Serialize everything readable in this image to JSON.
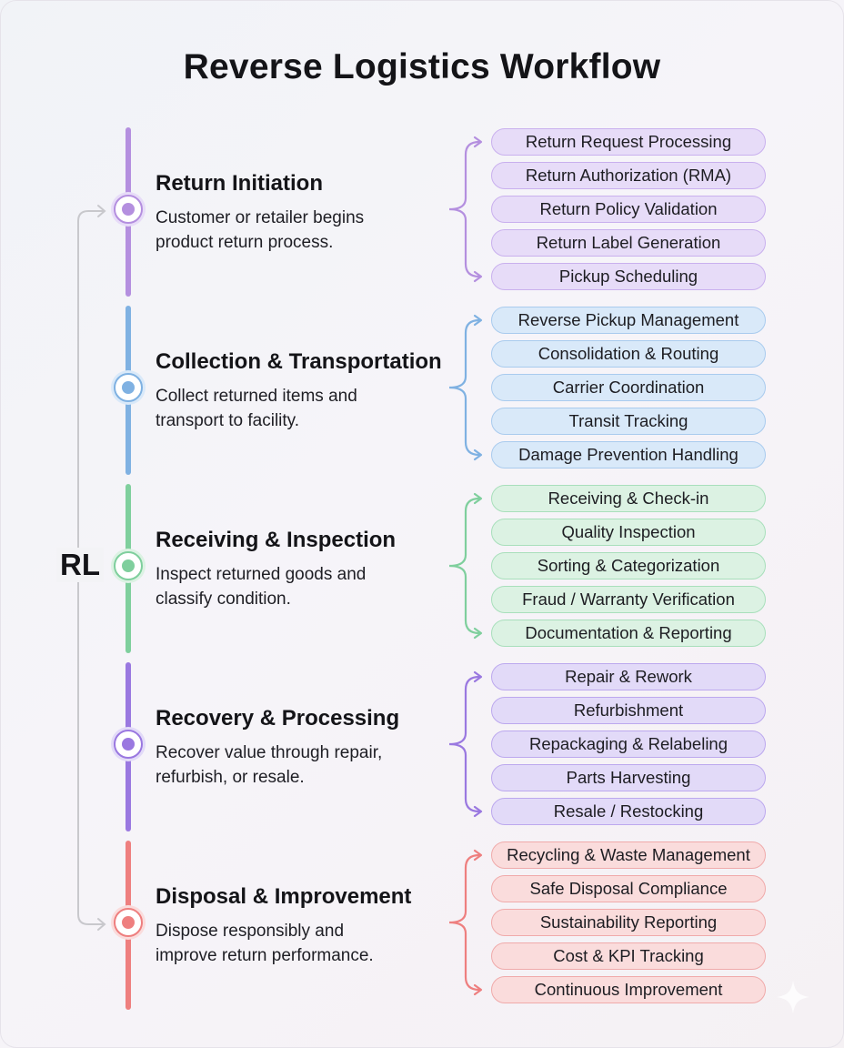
{
  "title": "Reverse Logistics Workflow",
  "side_label": "RL",
  "stages": [
    {
      "title": "Return Initiation",
      "desc_line1": "Customer or retailer begins",
      "desc_line2": "product return process.",
      "color": "#b48fdf",
      "items": [
        "Return Request Processing",
        "Return Authorization (RMA)",
        "Return Policy Validation",
        "Return Label Generation",
        "Pickup Scheduling"
      ]
    },
    {
      "title": "Collection & Transportation",
      "desc_line1": "Collect returned items and",
      "desc_line2": "transport to facility.",
      "color": "#7fb1e2",
      "items": [
        "Reverse Pickup Management",
        "Consolidation & Routing",
        "Carrier Coordination",
        "Transit Tracking",
        "Damage Prevention Handling"
      ]
    },
    {
      "title": "Receiving & Inspection",
      "desc_line1": "Inspect returned goods and",
      "desc_line2": "classify condition.",
      "color": "#7fcf9d",
      "items": [
        "Receiving & Check-in",
        "Quality Inspection",
        "Sorting & Categorization",
        "Fraud / Warranty Verification",
        "Documentation & Reporting"
      ]
    },
    {
      "title": "Recovery & Processing",
      "desc_line1": "Recover value through repair,",
      "desc_line2": "refurbish, or resale.",
      "color": "#9a78e0",
      "items": [
        "Repair & Rework",
        "Refurbishment",
        "Repackaging & Relabeling",
        "Parts Harvesting",
        "Resale / Restocking"
      ]
    },
    {
      "title": "Disposal & Improvement",
      "desc_line1": "Dispose responsibly and",
      "desc_line2": "improve return performance.",
      "color": "#ee7f7f",
      "items": [
        "Recycling & Waste Management",
        "Safe Disposal Compliance",
        "Sustainability Reporting",
        "Cost & KPI Tracking",
        "Continuous Improvement"
      ]
    }
  ],
  "stage_styles": [
    {
      "pill_bg": "#e7dcf8",
      "pill_border": "#c9b0ee",
      "dot": "#b48fdf"
    },
    {
      "pill_bg": "#d9e9f9",
      "pill_border": "#a9cbee",
      "dot": "#7fb1e2"
    },
    {
      "pill_bg": "#dcf2e3",
      "pill_border": "#a8dfbb",
      "dot": "#7fcf9d"
    },
    {
      "pill_bg": "#e2daf8",
      "pill_border": "#bca8ee",
      "dot": "#9a78e0"
    },
    {
      "pill_bg": "#fadcdc",
      "pill_border": "#f0aaaa",
      "dot": "#ee7f7f"
    }
  ],
  "icons": {
    "bracket": "brace-icon",
    "sparkle": "sparkle-icon",
    "arrow": "arrow-head-icon"
  }
}
